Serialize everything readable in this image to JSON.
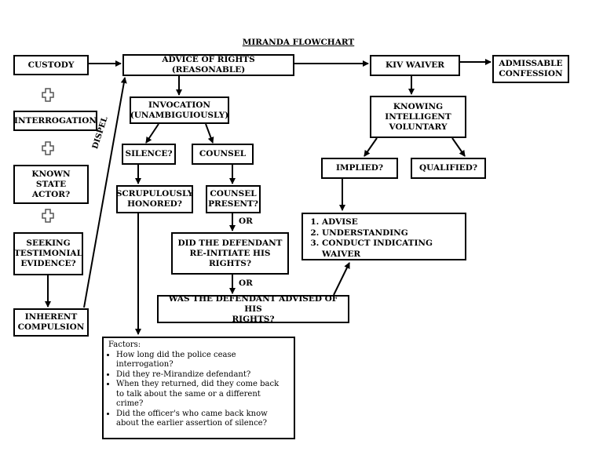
{
  "title": "MIRANDA FLOWCHART",
  "nodes": {
    "custody": "CUSTODY",
    "interrogation": "INTERROGATION",
    "known_state_actor": "KNOWN\nSTATE\nACTOR?",
    "seeking_testimonial": "SEEKING\nTESTIMONIAL\nEVIDENCE?",
    "inherent_compulsion": "INHERENT\nCOMPULSION",
    "advice_of_rights": "ADVICE OF RIGHTS (REASONABLE)",
    "kiv_waiver": "KIV WAIVER",
    "admissable_confession": "ADMISSABLE\nCONFESSION",
    "invocation": "INVOCATION\n(UNAMBIGUIOUSLY)",
    "silence": "SILENCE?",
    "counsel": "COUNSEL",
    "scrupulously_honored": "SCRUPULOUSLY\nHONORED?",
    "counsel_present": "COUNSEL\nPRESENT?",
    "defendant_reinitiate": "DID THE DEFENDANT\nRE-INITIATE HIS\nRIGHTS?",
    "defendant_advised": "WAS THE DEFENDANT ADVISED OF HIS\nRIGHTS?",
    "knowing": "KNOWING\nINTELLIGENT\nVOLUNTARY",
    "implied": "IMPLIED?",
    "qualified": "QUALIFIED?"
  },
  "implied_steps": [
    "ADVISE",
    "UNDERSTANDING",
    "CONDUCT INDICATING WAIVER"
  ],
  "factors": {
    "heading": "Factors:",
    "items": [
      "How long did the police cease interrogation?",
      "Did they re-Mirandize defendant?",
      "When they returned, did they come back to talk about the same or a different crime?",
      "Did the officer's who came back know about the earlier assertion of silence?"
    ]
  },
  "edge_labels": {
    "or_1": "OR",
    "or_2": "OR",
    "dispel": "DISPEL"
  }
}
